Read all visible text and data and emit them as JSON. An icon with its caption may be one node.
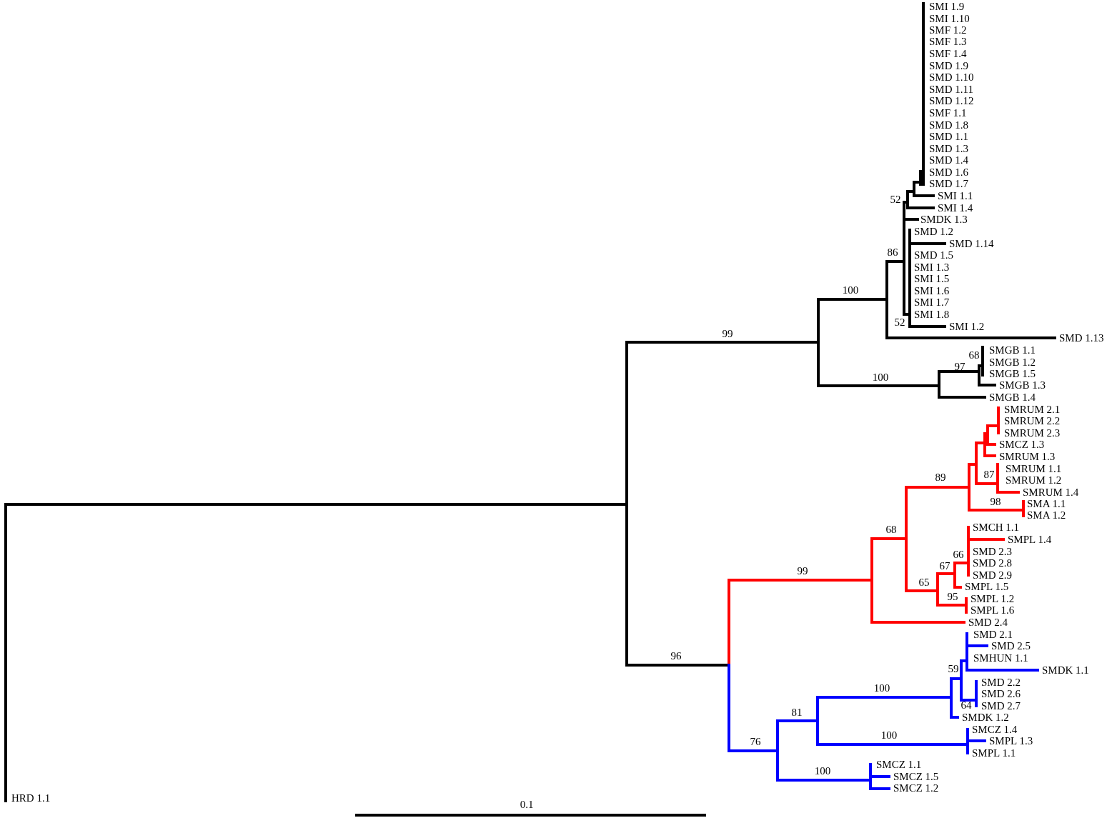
{
  "diagram": {
    "labels": [
      "SMI 1.9",
      "SMI 1.10",
      "SMF 1.2",
      "SMF 1.3",
      "SMF 1.4",
      "SMD 1.9",
      "SMD 1.10",
      "SMD 1.11",
      "SMD 1.12",
      "SMF 1.1",
      "SMD 1.8",
      "SMD 1.1",
      "SMD 1.3",
      "SMD 1.4",
      "SMD 1.6",
      "SMD 1.7",
      "SMI 1.1",
      "52",
      "SMI 1.4",
      "SMDK 1.3",
      "SMD 1.2",
      "SMD 1.14",
      "86",
      "SMD 1.5",
      "SMI 1.3",
      "SMI 1.5",
      "100",
      "SMI 1.6",
      "SMI 1.7",
      "SMI 1.8",
      "52",
      "SMI 1.2",
      "99",
      "SMD 1.13",
      "SMGB 1.1",
      "68",
      "SMGB 1.2",
      "97",
      "SMGB 1.5",
      "100",
      "SMGB 1.3",
      "SMGB 1.4",
      "SMRUM 2.1",
      "SMRUM 2.2",
      "SMRUM 2.3",
      "SMCZ 1.3",
      "SMRUM 1.3",
      "SMRUM 1.1",
      "87",
      "89",
      "SMRUM 1.2",
      "SMRUM 1.4",
      "98",
      "SMA 1.1",
      "SMA 1.2",
      "68",
      "SMCH 1.1",
      "SMPL 1.4",
      "SMD 2.3",
      "66",
      "SMD 2.8",
      "67",
      "99",
      "SMD 2.9",
      "65",
      "SMPL 1.5",
      "95",
      "SMPL 1.2",
      "SMPL 1.6",
      "SMD 2.4",
      "SMD 2.1",
      "SMD 2.5",
      "96",
      "SMHUN 1.1",
      "59",
      "SMDK 1.1",
      "SMD 2.2",
      "100",
      "SMD 2.6",
      "64",
      "SMD 2.7",
      "81",
      "SMDK 1.2",
      "SMCZ 1.4",
      "100",
      "76",
      "SMPL 1.3",
      "SMPL 1.1",
      "SMCZ 1.1",
      "100",
      "SMCZ 1.5",
      "SMCZ 1.2",
      "HRD 1.1",
      "0.1"
    ]
  }
}
